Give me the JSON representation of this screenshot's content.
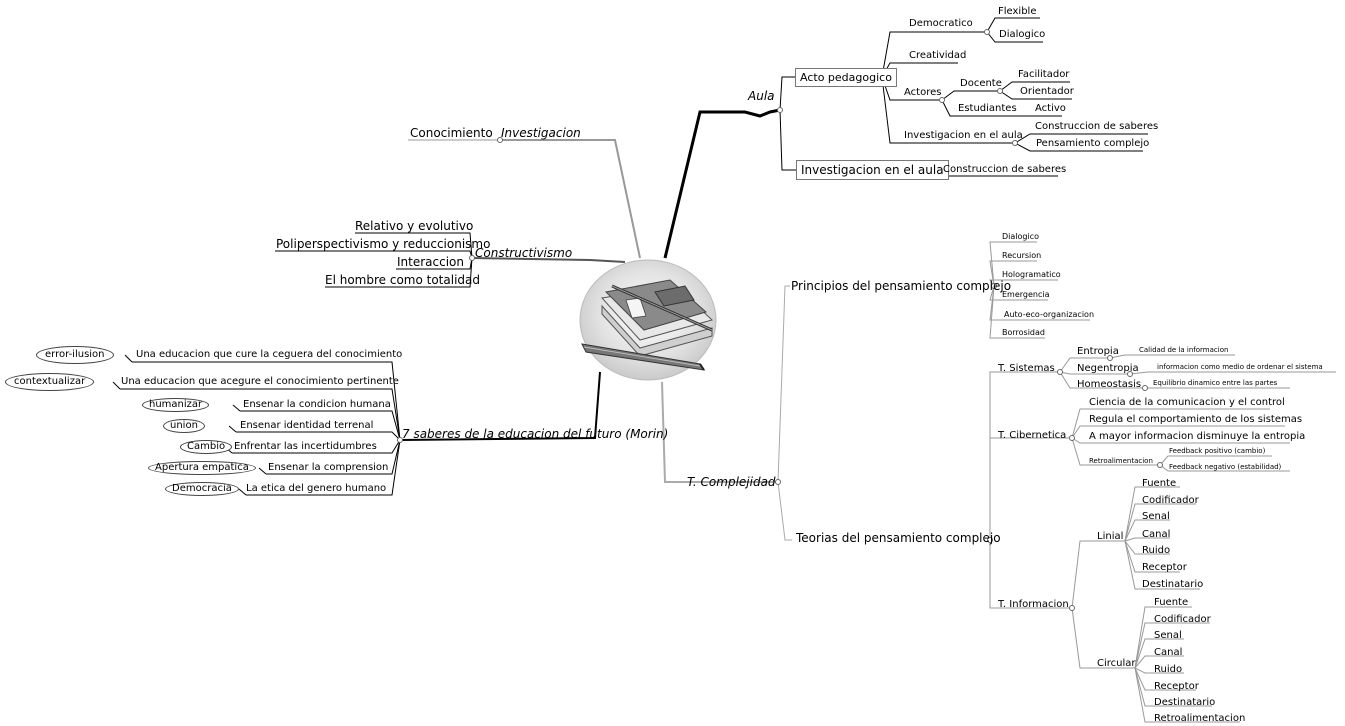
{
  "center": {
    "image_icon": "books-and-pen-illustration"
  },
  "aula": {
    "label": "Aula",
    "acto": {
      "label": "Acto pedagogico",
      "democratico": {
        "label": "Democratico",
        "children": [
          "Flexible",
          "Dialogico"
        ]
      },
      "creatividad": "Creatividad",
      "actores": {
        "label": "Actores",
        "docente": {
          "label": "Docente",
          "children": [
            "Facilitador",
            "Orientador"
          ]
        },
        "estudiantes": {
          "label": "Estudiantes",
          "child": "Activo"
        }
      },
      "investigacion": {
        "label": "Investigacion en el aula",
        "children": [
          "Construccion de saberes",
          "Pensamiento complejo"
        ]
      }
    },
    "investigacion": {
      "label": "Investigacion en el aula",
      "child": "Construccion de saberes"
    }
  },
  "investigacion": {
    "label": "Investigacion",
    "child": "Conocimiento"
  },
  "constructivismo": {
    "label": "Constructivismo",
    "children": [
      "Relativo y evolutivo",
      "Poliperspectivismo y reduccionismo",
      "Interaccion",
      "El hombre como totalidad"
    ]
  },
  "saberes": {
    "label": "7 saberes de la educacion del futuro (Morin)",
    "items": [
      {
        "text": "Una educacion que cure la ceguera del conocimiento",
        "tag": "error-ilusion"
      },
      {
        "text": "Una educacion que acegure el conocimiento pertinente",
        "tag": "contextualizar"
      },
      {
        "text": "Ensenar la condicion humana",
        "tag": "humanizar"
      },
      {
        "text": "Ensenar identidad terrenal",
        "tag": "union"
      },
      {
        "text": "Enfrentar las incertidumbres",
        "tag": "Cambio"
      },
      {
        "text": "Ensenar la comprension",
        "tag": "Apertura empatica"
      },
      {
        "text": "La etica del genero humano",
        "tag": "Democracia"
      }
    ]
  },
  "complejidad": {
    "label": "T. Complejidad",
    "principios": {
      "label": "Principios del pensamiento complejo",
      "children": [
        "Dialogico",
        "Recursion",
        "Hologramatico",
        "Emergencia",
        "Auto-eco-organizacion",
        "Borrosidad"
      ]
    },
    "teorias": {
      "label": "Teorias del pensamiento complejo",
      "sistemas": {
        "label": "T. Sistemas",
        "entropia": {
          "label": "Entropia",
          "child": "Calidad de la informacion"
        },
        "negentropia": {
          "label": "Negentropia",
          "child": "informacion como medio de ordenar el sistema"
        },
        "homeostasis": {
          "label": "Homeostasis",
          "child": "Equilibrio dinamico entre las partes"
        }
      },
      "cibernetica": {
        "label": "T. Cibernetica",
        "children": [
          "Ciencia de la comunicacion y el control",
          "Regula el comportamiento de los sistemas",
          "A mayor informacion disminuye la entropia"
        ],
        "retro": {
          "label": "Retroalimentacion",
          "children": [
            "Feedback positivo (cambio)",
            "Feedback negativo (estabilidad)"
          ]
        }
      },
      "informacion": {
        "label": "T. Informacion",
        "linial": {
          "label": "Linial",
          "children": [
            "Fuente",
            "Codificador",
            "Senal",
            "Canal",
            "Ruido",
            "Receptor",
            "Destinatario"
          ]
        },
        "circular": {
          "label": "Circular",
          "children": [
            "Fuente",
            "Codificador",
            "Senal",
            "Canal",
            "Ruido",
            "Receptor",
            "Destinatario",
            "Retroalimentacion"
          ]
        }
      }
    }
  }
}
